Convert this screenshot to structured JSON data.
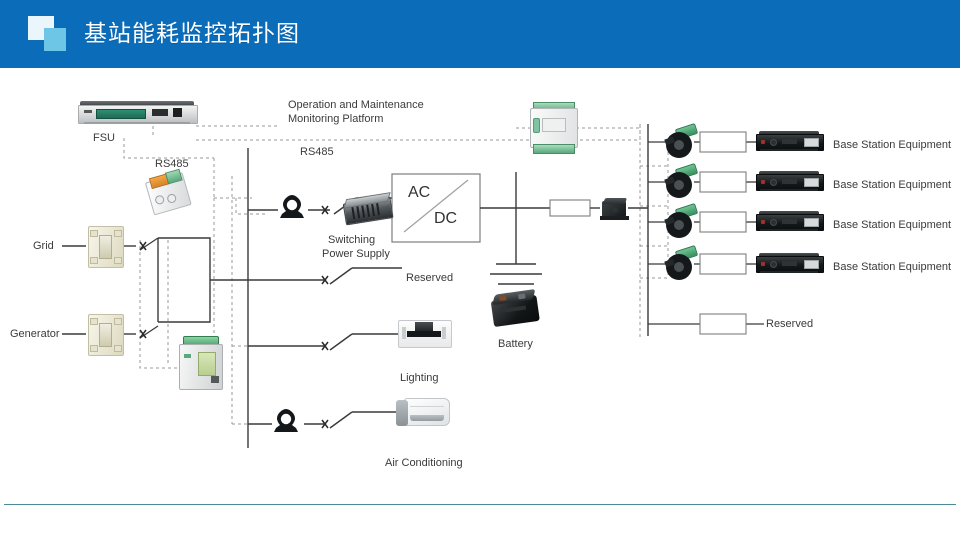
{
  "header": {
    "title": "基站能耗监控拓扑图",
    "logo_icon": "two-squares-logo-icon",
    "bg_color": "#0b6cba"
  },
  "diagram": {
    "title_internal": "Base Station Energy Consumption Monitoring Topology",
    "labels": {
      "fsu": "FSU",
      "platform_line1": "Operation and Maintenance",
      "platform_line2": "Monitoring Platform",
      "rs485_left": "RS485",
      "rs485_center": "RS485",
      "grid": "Grid",
      "generator": "Generator",
      "ac": "AC",
      "dc": "DC",
      "switching_line1": "Switching",
      "switching_line2": "Power Supply",
      "reserved_left": "Reserved",
      "lighting": "Lighting",
      "air_conditioning": "Air Conditioning",
      "battery": "Battery",
      "reserved_right": "Reserved"
    },
    "base_station_rows": [
      {
        "label": "Base Station Equipment"
      },
      {
        "label": "Base Station Equipment"
      },
      {
        "label": "Base Station Equipment"
      },
      {
        "label": "Base Station Equipment"
      }
    ],
    "devices": [
      {
        "name": "fsu-unit",
        "kind": "rack-unit"
      },
      {
        "name": "rs485-meter-module",
        "kind": "din-rail-meter-small"
      },
      {
        "name": "multifunction-meter",
        "kind": "din-rail-meter-large"
      },
      {
        "name": "dc-monitoring-module",
        "kind": "din-rail-module"
      },
      {
        "name": "grid-current-transformer",
        "kind": "ct-block"
      },
      {
        "name": "generator-current-transformer",
        "kind": "ct-block"
      },
      {
        "name": "switching-power-supply",
        "kind": "psu-brick"
      },
      {
        "name": "battery-bank",
        "kind": "battery"
      },
      {
        "name": "lighting-fixture",
        "kind": "lamp"
      },
      {
        "name": "air-conditioner",
        "kind": "ac-unit"
      },
      {
        "name": "hall-effect-sensor",
        "kind": "sensor"
      }
    ],
    "colors": {
      "wire": "#3a3a3a",
      "comm_wire": "#9a9a9a",
      "box_stroke": "#7d7d7d",
      "accent_green": "#4a9c6b",
      "footer_rule": "#4a8b96"
    }
  }
}
